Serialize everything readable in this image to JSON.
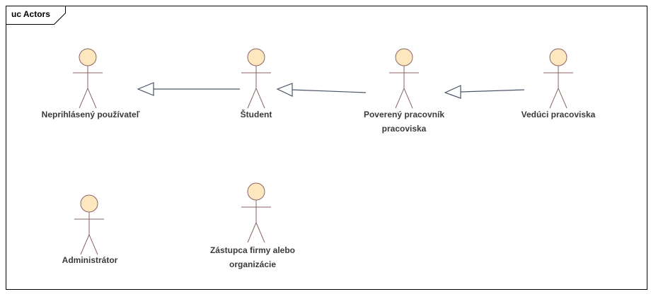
{
  "frame": {
    "title": "uc Actors"
  },
  "colors": {
    "actor_fill": "#fde7bf",
    "actor_stroke": "#8a6565",
    "connector": "#4a5468",
    "frame_border": "#000000",
    "label_text": "#3a3a3a"
  },
  "actors": [
    {
      "id": "neprihlaseny-pouzivatel",
      "lines": [
        "Neprihlásený používateľ"
      ]
    },
    {
      "id": "student",
      "lines": [
        "Študent"
      ]
    },
    {
      "id": "powereny-pracovnik",
      "lines": [
        "Poverený pracovník",
        "pracoviska"
      ]
    },
    {
      "id": "veduci-pracoviska",
      "lines": [
        "Vedúci pracoviska"
      ]
    },
    {
      "id": "administrator",
      "lines": [
        "Administrátor"
      ]
    },
    {
      "id": "zastupca-firmy",
      "lines": [
        "Zástupca firmy alebo",
        "organizácie"
      ]
    }
  ],
  "generalizations": [
    {
      "from": "student",
      "to": "neprihlaseny-pouzivatel"
    },
    {
      "from": "powereny-pracovnik",
      "to": "student"
    },
    {
      "from": "veduci-pracoviska",
      "to": "powereny-pracovnik"
    }
  ]
}
